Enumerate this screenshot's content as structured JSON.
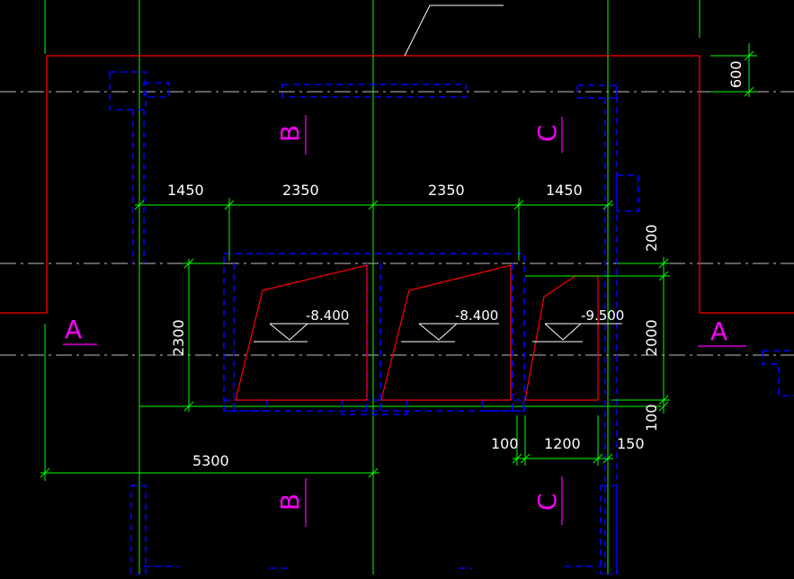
{
  "colors": {
    "background": "#000000",
    "dimension": "#00ff00",
    "axis": "#c0c0c0",
    "outline": "#ff0000",
    "wall": "#0000ff",
    "section": "#ff00ff",
    "text": "#ffffff"
  },
  "dimensions": {
    "top_600": "600",
    "d1450_left": "1450",
    "d2350_left": "2350",
    "d2350_right": "2350",
    "d1450_right": "1450",
    "v200": "200",
    "v2300": "2300",
    "v2000": "2000",
    "v100": "100",
    "b100": "100",
    "b1200": "1200",
    "b150": "150",
    "b5300": "5300"
  },
  "elevations": {
    "pit1": "-8.400",
    "pit2": "-8.400",
    "pit3": "-9.500"
  },
  "sections": {
    "a_left": "A",
    "a_right": "A",
    "b_top": "B",
    "b_bottom": "B",
    "c_top": "C",
    "c_bottom": "C"
  }
}
